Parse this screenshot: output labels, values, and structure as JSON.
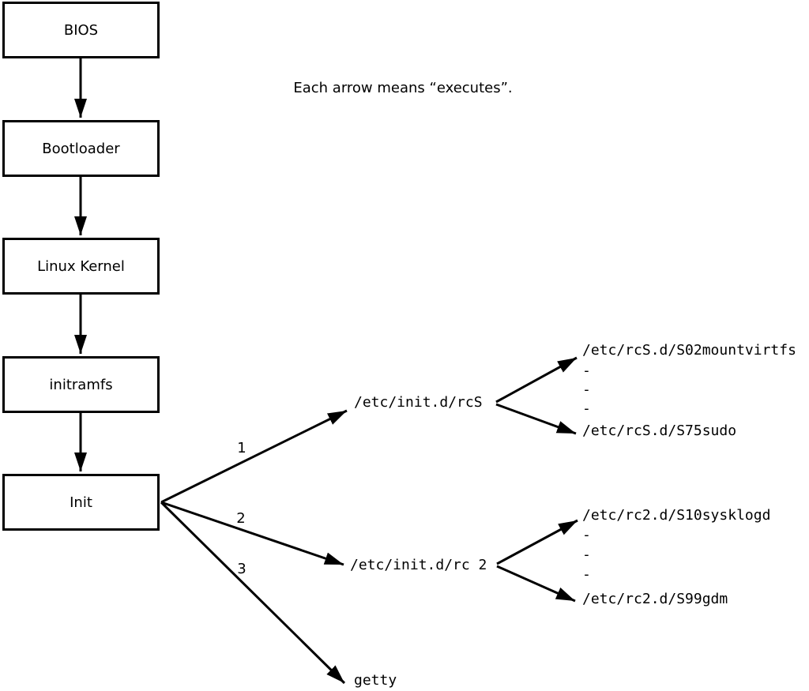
{
  "caption": "Each arrow means “executes”.",
  "boxes": [
    {
      "label": "BIOS"
    },
    {
      "label": "Bootloader"
    },
    {
      "label": "Linux Kernel"
    },
    {
      "label": "initramfs"
    },
    {
      "label": "Init"
    }
  ],
  "arrow_labels": {
    "first": "1",
    "second": "2",
    "third": "3"
  },
  "level1": {
    "rcS_script": "/etc/init.d/rcS",
    "rc2_script": "/etc/init.d/rc 2",
    "getty": "getty"
  },
  "rcS_children": {
    "first": "/etc/rcS.d/S02mountvirtfs",
    "dash1": "-",
    "dash2": "-",
    "dash3": "-",
    "last": "/etc/rcS.d/S75sudo"
  },
  "rc2_children": {
    "first": "/etc/rc2.d/S10sysklogd",
    "dash1": "-",
    "dash2": "-",
    "dash3": "-",
    "last": "/etc/rc2.d/S99gdm"
  },
  "colors": {
    "line": "#000000",
    "background": "#ffffff"
  }
}
